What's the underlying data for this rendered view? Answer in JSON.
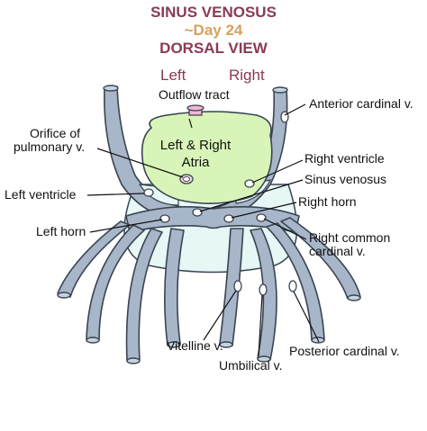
{
  "title": {
    "line1": "SINUS VENOSUS",
    "line2": "~Day 24",
    "line3": "DORSAL VIEW"
  },
  "orientation": {
    "left": "Left",
    "right": "Right"
  },
  "labels": {
    "outflow_tract": "Outflow tract",
    "orifice_pulmonary": [
      "Orifice of",
      "pulmonary v."
    ],
    "atria": [
      "Left & Right",
      "Atria"
    ],
    "left_ventricle": "Left ventricle",
    "left_horn": "Left horn",
    "anterior_cardinal": "Anterior cardinal v.",
    "right_ventricle": "Right ventricle",
    "sinus_venosus": "Sinus venosus",
    "right_horn": "Right horn",
    "right_common_cardinal": [
      "Right common",
      "cardinal v."
    ],
    "vitelline": "Vitelline v.",
    "umbilical": "Umbilical v.",
    "posterior_cardinal": "Posterior cardinal v."
  },
  "colors": {
    "title_maroon": "#8a3a55",
    "title_gold": "#d6a15f",
    "vessel_fill": "#a7b6c8",
    "vessel_stroke": "#3a4452",
    "atria_fill": "#d8f4b8",
    "ventricle_fill": "#e6f7f5",
    "outflow_fill": "#f2b6d2"
  }
}
